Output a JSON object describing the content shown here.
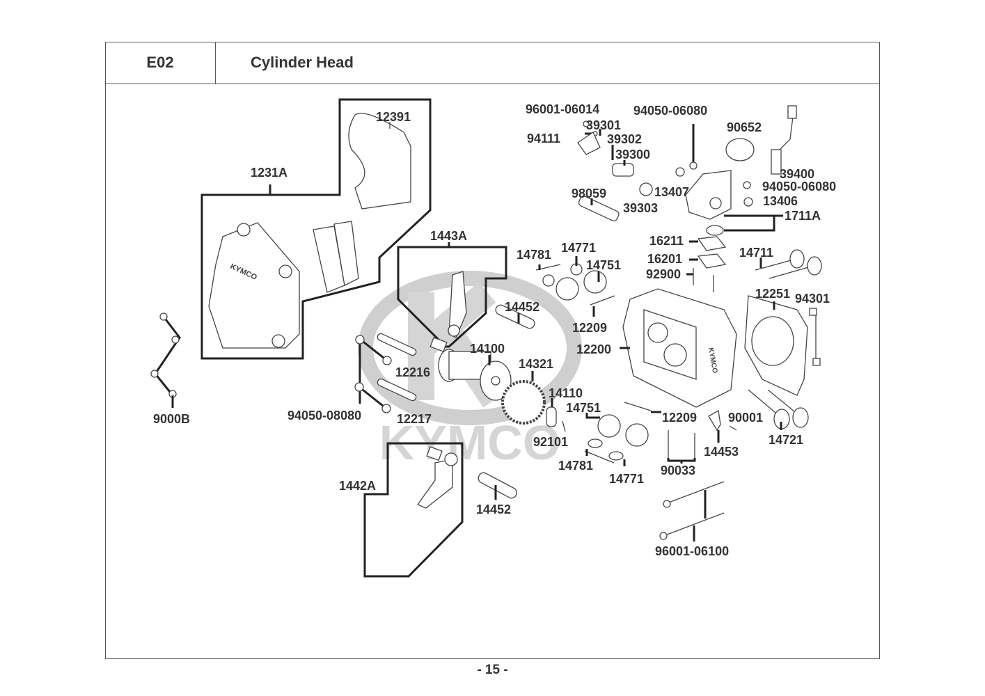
{
  "header": {
    "section_code": "E02",
    "title": "Cylinder Head"
  },
  "watermark": "KYMCO",
  "footer": {
    "page_number": "- 15 -"
  },
  "labels": {
    "p12391": "12391",
    "p1231A": "1231A",
    "p1443A": "1443A",
    "p1442A": "1442A",
    "p9000B": "9000B",
    "p96001_06014": "96001-06014",
    "p94111": "94111",
    "p39301": "39301",
    "p39302": "39302",
    "p39300": "39300",
    "p94050_06080_top": "94050-06080",
    "p90652": "90652",
    "p39400": "39400",
    "p94050_06080_right": "94050-06080",
    "p13407": "13407",
    "p13406": "13406",
    "p98059": "98059",
    "p39303": "39303",
    "p1711A": "1711A",
    "p16211": "16211",
    "p16201": "16201",
    "p92900": "92900",
    "p14781_top": "14781",
    "p14771_top": "14771",
    "p14751_top": "14751",
    "p14711": "14711",
    "p12251": "12251",
    "p94301": "94301",
    "p14452_top": "14452",
    "p12209_top": "12209",
    "p12200": "12200",
    "p14100": "14100",
    "p12216": "12216",
    "p14321": "14321",
    "p94050_08080": "94050-08080",
    "p12217": "12217",
    "p14110": "14110",
    "p14751_bot": "14751",
    "p12209_bot": "12209",
    "p90001": "90001",
    "p92101": "92101",
    "p14453": "14453",
    "p14721": "14721",
    "p14781_bot": "14781",
    "p14771_bot": "14771",
    "p90033": "90033",
    "p14452_bot": "14452",
    "p96001_06100": "96001-06100"
  }
}
